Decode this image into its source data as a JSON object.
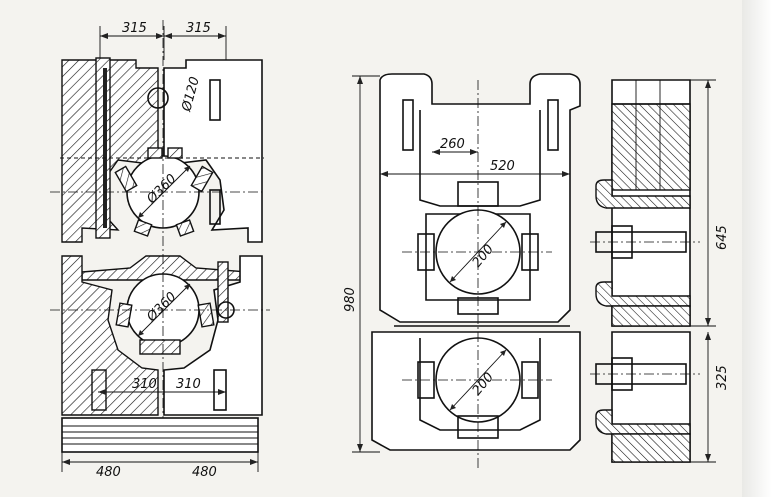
{
  "dimensions": {
    "top_left_half": "315",
    "top_right_half": "315",
    "hole_diameter": "Ø120",
    "roll_top": "Ø360",
    "roll_bottom": "Ø360",
    "lower_left": "310",
    "lower_right": "310",
    "base_left": "480",
    "base_right": "480",
    "inner_width": "260",
    "outer_width": "520",
    "roll_a": "200",
    "roll_b": "200",
    "total_height": "980",
    "side_height_upper": "645",
    "side_height_lower": "325"
  },
  "colors": {
    "ink": "#111111",
    "paper": "#f4f3ef"
  }
}
